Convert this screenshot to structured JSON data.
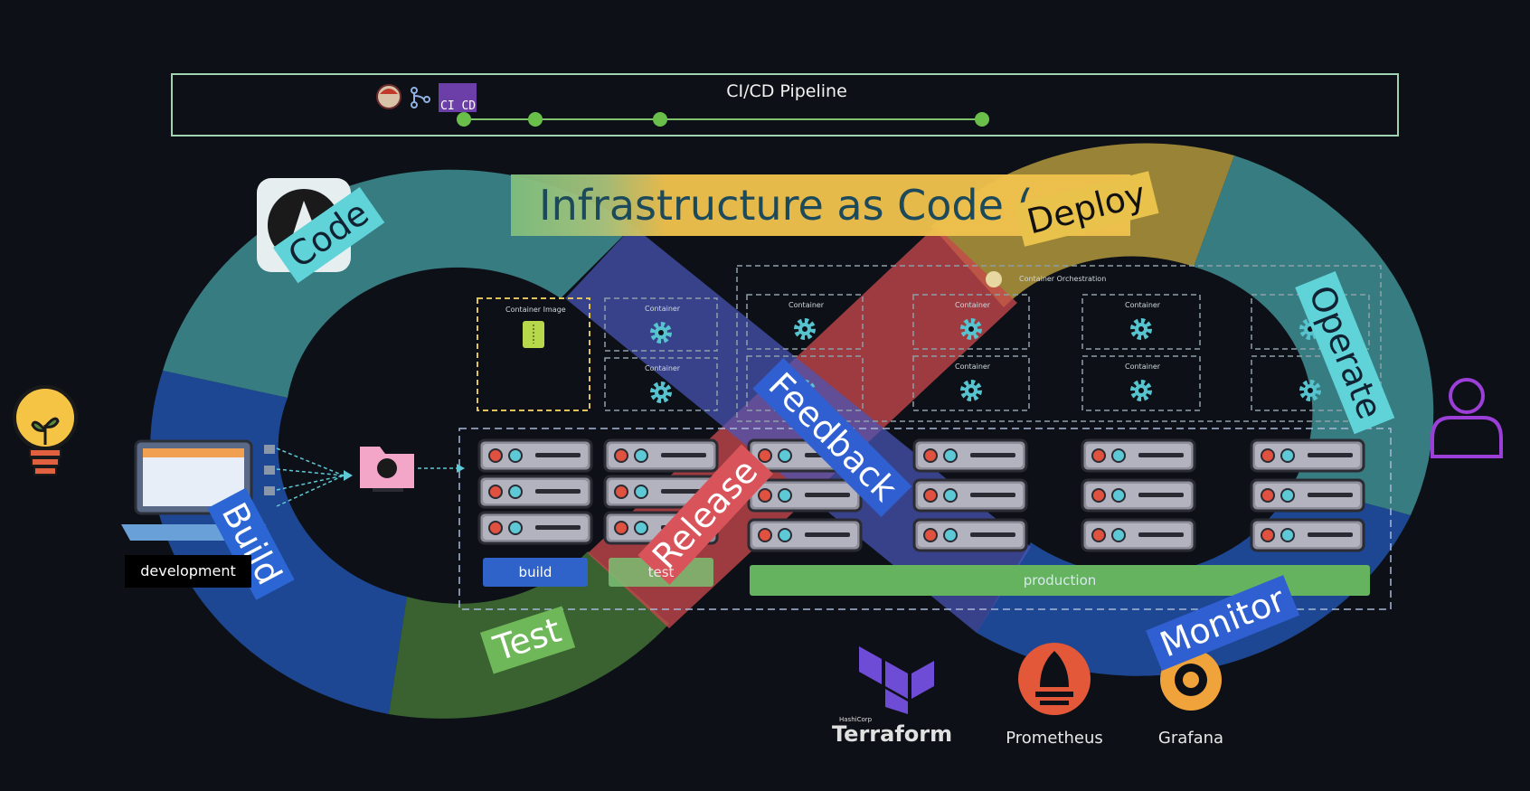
{
  "pipeline": {
    "title": "CI/CD Pipeline",
    "badge": "CI CD",
    "stage_count": 4
  },
  "iac": {
    "text": "Infrastructure as Code ("
  },
  "stages": {
    "code": "Code",
    "build": "Build",
    "test": "Test",
    "release": "Release",
    "deploy": "Deploy",
    "operate": "Operate",
    "monitor": "Monitor",
    "feedback": "Feedback"
  },
  "environments": {
    "development": "development",
    "build": "build",
    "test": "test",
    "production": "production"
  },
  "containers": {
    "image_label": "Container Image",
    "container_label": "Container",
    "orchestration_label": "Container Orchestration"
  },
  "tools": {
    "terraform_small": "HashiCorp",
    "terraform": "Terraform",
    "prometheus": "Prometheus",
    "grafana": "Grafana"
  },
  "icons": {
    "idea": "lightbulb-icon",
    "user": "user-icon",
    "laptop": "laptop-icon",
    "repo": "github-folder-icon",
    "gear": "gear-icon",
    "server": "server-icon",
    "jenkins": "jenkins-icon",
    "git": "git-branch-icon",
    "ansible": "ansible-icon",
    "kubernetes": "kubernetes-icon"
  },
  "colors": {
    "background": "#0d1117",
    "code_ring": "#3f8f93",
    "build_ring": "#1f4ea0",
    "test_ring": "#3e6b33",
    "release_band": "#c7484b",
    "feedback_band": "#4a56b8",
    "deploy_ring": "#a8903a",
    "operate_ring": "#3f8f93",
    "monitor_ring": "#1f4ea0",
    "iac_band": "#f1c24e"
  }
}
